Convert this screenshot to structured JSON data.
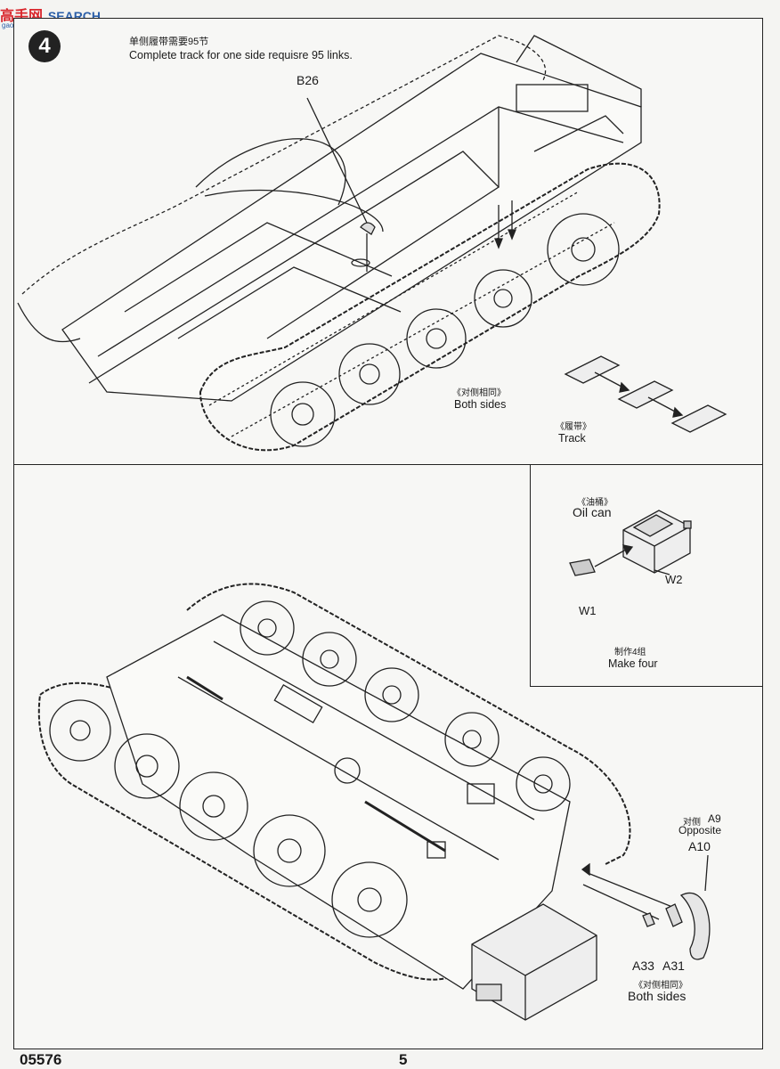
{
  "watermark": {
    "logo_cn": "高手网",
    "search_label": "SEARCH",
    "url": "gao.shou.com"
  },
  "step": {
    "number": "4",
    "note_cn": "单侧履带需要95节",
    "note_en": "Complete track for one side requisre 95 links."
  },
  "top_panel": {
    "part_b26": "B26",
    "both_sides_cn": "《对侧相同》",
    "both_sides_en": "Both sides",
    "track_cn": "《履带》",
    "track_en": "Track"
  },
  "oil_can_inset": {
    "title_cn": "《油桶》",
    "title_en": "Oil can",
    "part_w1": "W1",
    "part_w2": "W2",
    "make_cn": "制作4组",
    "make_en": "Make  four"
  },
  "bottom_panel": {
    "opposite_cn": "对侧",
    "part_a9": "A9",
    "opposite_en": "Opposite",
    "part_a10": "A10",
    "part_a33": "A33",
    "part_a31": "A31",
    "both_sides_cn": "《对侧相同》",
    "both_sides_en": "Both sides"
  },
  "footer": {
    "kit_number": "05576",
    "page_number": "5"
  },
  "colors": {
    "line": "#222222",
    "logo_red": "#d9262c",
    "logo_blue": "#2c5fa8"
  }
}
